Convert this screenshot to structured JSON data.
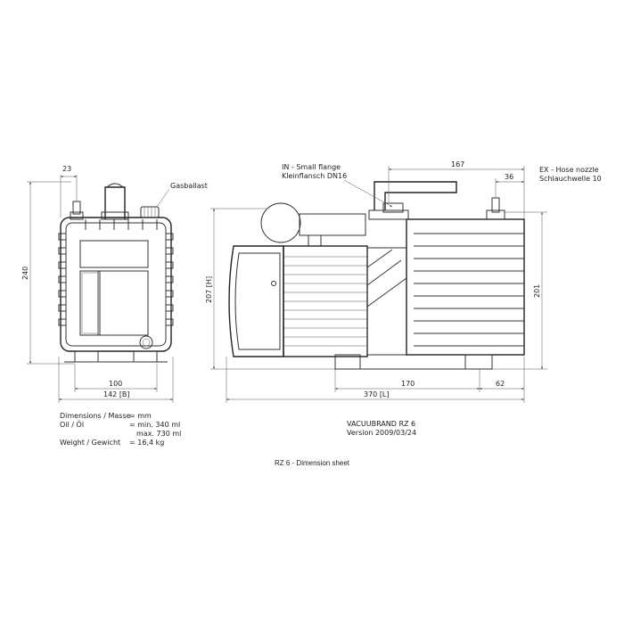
{
  "front_view": {
    "dim_top": "23",
    "label_gas_ballast": "Gasballast",
    "dim_height": "240",
    "dim_base_inner": "100",
    "dim_width": "142 [B]"
  },
  "side_view": {
    "dim_top_length": "167",
    "label_in_en": "IN - Small flange",
    "label_in_de": "Kleinflansch DN16",
    "label_ex_en": "EX - Hose nozzle",
    "label_ex_de": "Schlauchwelle 10",
    "dim_nozzle_offset": "36",
    "dim_height_h": "207 [H]",
    "dim_right_height": "201",
    "dim_feet_span": "170",
    "dim_feet_right": "62",
    "dim_length": "370 [L]"
  },
  "specs": {
    "dimensions_label": "Dimensions / Masse",
    "dimensions_value": "= mm",
    "oil_label": "Oil / Öl",
    "oil_min": "= min.  340 ml",
    "oil_max": "max.  730 ml",
    "weight_label": "Weight / Gewicht",
    "weight_value": "= 16,4 kg"
  },
  "product": {
    "name": "VACUUBRAND RZ 6",
    "version": "Version 2009/03/24"
  },
  "caption": "RZ 6 - Dimension sheet"
}
